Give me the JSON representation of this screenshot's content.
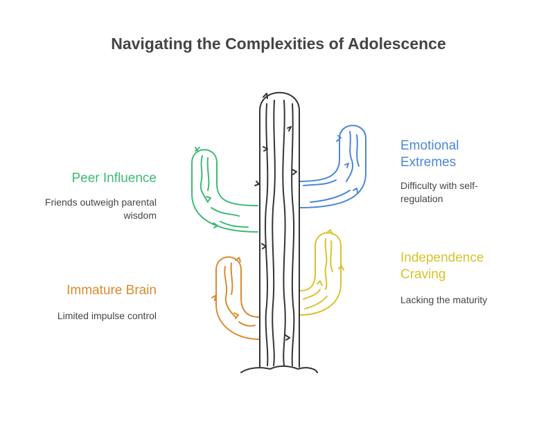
{
  "title": "Navigating the Complexities of Adolescence",
  "colors": {
    "title": "#444444",
    "outline": "#333333",
    "peer": "#3cba74",
    "emotional": "#4a86d8",
    "immature": "#d98a2f",
    "independence": "#d9c22a"
  },
  "items": [
    {
      "heading": "Peer Influence",
      "description": "Friends outweigh parental wisdom",
      "color_key": "peer"
    },
    {
      "heading": "Emotional Extremes",
      "description": "Difficulty with self-regulation",
      "color_key": "emotional"
    },
    {
      "heading": "Immature Brain",
      "description": "Limited impulse control",
      "color_key": "immature"
    },
    {
      "heading": "Independence Craving",
      "description": "Lacking the maturity",
      "color_key": "independence"
    }
  ]
}
